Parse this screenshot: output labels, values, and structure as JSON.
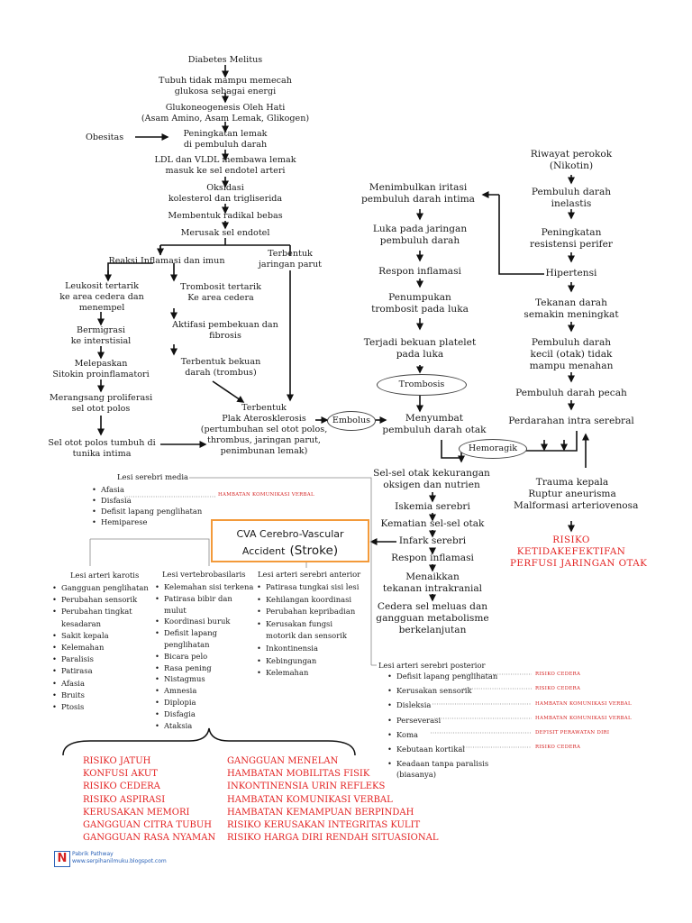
{
  "colors": {
    "diagnosis": "#e32222",
    "cva_border": "#f39a3a",
    "logo_blue": "#2a62b8",
    "tag_red": "#d42020"
  },
  "nodes": {
    "dm": "Diabetes Melitus",
    "tubuh_1": "Tubuh tidak mampu memecah",
    "tubuh_2": "glukosa sebagai energi",
    "gluko_1": "Glukoneogenesis Oleh Hati",
    "gluko_2": "(Asam Amino, Asam Lemak, Glikogen)",
    "obesitas": "Obesitas",
    "lemak_1": "Peningkatan lemak",
    "lemak_2": "di pembuluh darah",
    "ldl_1": "LDL dan VLDL membawa lemak",
    "ldl_2": "masuk ke sel endotel arteri",
    "oks_1": "Oksidasi",
    "oks_2": "kolesterol dan trigliserida",
    "radikal": "Membentuk radikal bebas",
    "merusak": "Merusak sel endotel",
    "reaksi": "Reaksi Inflamasi dan imun",
    "parut_1": "Terbentuk",
    "parut_2": "jaringan parut",
    "leuko_1": "Leukosit tertarik",
    "leuko_2": "ke area cedera dan",
    "leuko_3": "menempel",
    "migrasi_1": "Bermigrasi",
    "migrasi_2": "ke interstisial",
    "sitokin_1": "Melepaskan",
    "sitokin_2": "Sitokin proinflamatori",
    "prolif_1": "Merangsang proliferasi",
    "prolif_2": "sel otot polos",
    "otot_1": "Sel otot polos tumbuh di",
    "otot_2": "tunika intima",
    "tromb_1": "Trombosit tertarik",
    "tromb_2": "Ke area cedera",
    "aktif_1": "Aktifasi pembekuan dan",
    "aktif_2": "fibrosis",
    "beku_1": "Terbentuk bekuan",
    "beku_2": "darah (trombus)",
    "plak_1": "Terbentuk",
    "plak_2": "Plak Aterosklerosis",
    "plak_3": "(pertumbuhan sel otot polos,",
    "plak_4": "thrombus, jaringan parut,",
    "plak_5": "penimbunan lemak)",
    "embolus": "Embolus",
    "iritasi_1": "Menimbulkan iritasi",
    "iritasi_2": "pembuluh darah intima",
    "luka_1": "Luka pada jaringan",
    "luka_2": "pembuluh darah",
    "respon": "Respon inflamasi",
    "tumpuk_1": "Penumpukan",
    "tumpuk_2": "trombosit pada luka",
    "platelet_1": "Terjadi bekuan platelet",
    "platelet_2": "pada luka",
    "trombosis": "Trombosis",
    "menyumbat_1": "Menyumbat",
    "menyumbat_2": "pembuluh darah otak",
    "rokok_1": "Riwayat perokok",
    "rokok_2": "(Nikotin)",
    "inelastis_1": "Pembuluh darah",
    "inelastis_2": "inelastis",
    "perifer_1": "Peningkatan",
    "perifer_2": "resistensi perifer",
    "hipertensi": "Hipertensi",
    "tekanan_1": "Tekanan darah",
    "tekanan_2": "semakin meningkat",
    "kecil_1": "Pembuluh darah",
    "kecil_2": "kecil (otak)  tidak",
    "kecil_3": "mampu menahan",
    "pecah": "Pembuluh darah pecah",
    "perdarahan": "Perdarahan intra serebral",
    "hemoragik": "Hemoragik",
    "trauma_1": "Trauma kepala",
    "trauma_2": "Ruptur aneurisma",
    "trauma_3": "Malformasi arteriovenosa",
    "selotak_1": "Sel-sel otak kekurangan",
    "selotak_2": "oksigen dan nutrien",
    "iskemia": "Iskemia serebri",
    "kematian": "Kematian sel-sel otak",
    "infark": "Infark serebri",
    "respon2": "Respon inflamasi",
    "tik_1": "Menaikkan",
    "tik_2": "tekanan intrakranial",
    "cedera_1": "Cedera sel meluas dan",
    "cedera_2": "gangguan metabolisme",
    "cedera_3": "berkelanjutan"
  },
  "cva": {
    "line1": "CVA Cerebro-Vascular",
    "line2a": "Accident",
    "line2b": "(Stroke)"
  },
  "risiko_perfusi": {
    "line1": "RISIKO",
    "line2": "KETIDAKEFEKTIFAN",
    "line3": "PERFUSI JARINGAN OTAK"
  },
  "media": {
    "title": "Lesi serebri media",
    "items": [
      "Afasia",
      "Disfasia",
      "Defisit lapang penglihatan",
      "Hemiparese"
    ],
    "tag": "HAMBATAN KOMUNIKASI VERBAL"
  },
  "karotis": {
    "title": "Lesi arteri karotis",
    "items": [
      "Gangguan penglihatan",
      "Perubahan sensorik",
      "Perubahan tingkat",
      "kesadaran",
      "Sakit kepala",
      "Kelemahan",
      "Paralisis",
      "Patirasa",
      "Afasia",
      "Bruits",
      "Ptosis"
    ]
  },
  "vertebro": {
    "title": "Lesi vertebrobasilaris",
    "items": [
      "Kelemahan sisi terkena",
      "Patirasa bibir dan",
      "mulut",
      "Koordinasi buruk",
      "Defisit lapang",
      "penglihatan",
      "Bicara pelo",
      "Rasa pening",
      "Nistagmus",
      "Amnesia",
      "Diplopia",
      "Disfagia",
      "Ataksia"
    ]
  },
  "anterior": {
    "title": "Lesi arteri serebri anterior",
    "items": [
      "Patirasa tungkai sisi lesi",
      "Kehilangan koordinasi",
      "Perubahan kepribadian",
      "Kerusakan fungsi",
      "motorik dan sensorik",
      "Inkontinensia",
      "Kebingungan",
      "Kelemahan"
    ]
  },
  "posterior": {
    "title": "Lesi arteri serebri posterior",
    "items": [
      "Defisit lapang penglihatan",
      "Kerusakan sensorik",
      "Disleksia",
      "Perseverasi",
      "Koma",
      "Kebutaan kortikal",
      "Keadaan tanpa paralisis",
      "(biasanya)"
    ],
    "tags": [
      "RISIKO CEDERA",
      "RISIKO CEDERA",
      "HAMBATAN KOMUNIKASI VERBAL",
      "HAMBATAN KOMUNIKASI VERBAL",
      "DEFISIT PERAWATAN DIRI",
      "RISIKO CEDERA"
    ]
  },
  "diagnoses_left": [
    "RISIKO JATUH",
    "KONFUSI AKUT",
    "RISIKO CEDERA",
    "RISIKO ASPIRASI",
    "KERUSAKAN MEMORI",
    "GANGGUAN CITRA TUBUH",
    "GANGGUAN RASA NYAMAN"
  ],
  "diagnoses_right": [
    "GANGGUAN MENELAN",
    "HAMBATAN MOBILITAS FISIK",
    "INKONTINENSIA URIN REFLEKS",
    "HAMBATAN KOMUNIKASI VERBAL",
    "HAMBATAN KEMAMPUAN BERPINDAH",
    "RISIKO KERUSAKAN INTEGRITAS KULIT",
    "RISIKO HARGA DIRI RENDAH SITUASIONAL"
  ],
  "credit": {
    "logo": "N",
    "line1": "Pabrik Pathway",
    "line2": "www.serpihanilmuku.blogspot.com"
  }
}
